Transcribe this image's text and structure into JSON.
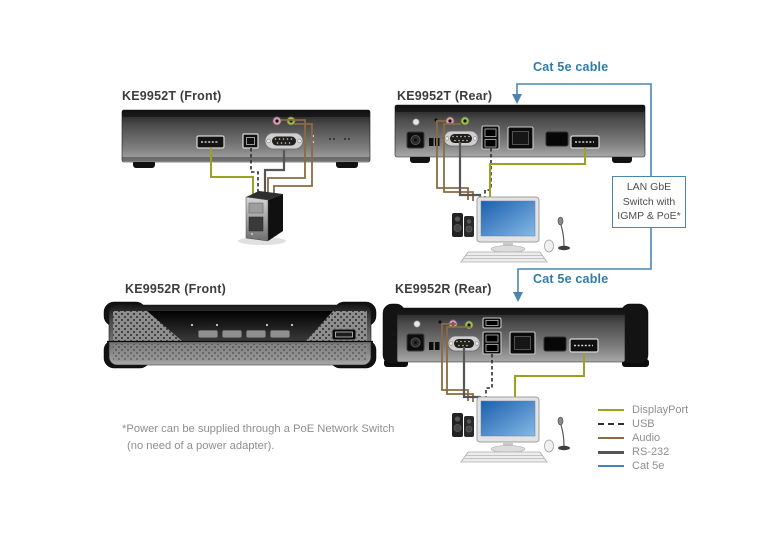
{
  "devices": {
    "t_front": {
      "title": "KE9952T (Front)"
    },
    "t_rear": {
      "title": "KE9952T (Rear)"
    },
    "r_front": {
      "title": "KE9952R (Front)"
    },
    "r_rear": {
      "title": "KE9952R (Rear)"
    }
  },
  "labels": {
    "cat5e_top": "Cat 5e cable",
    "cat5e_bottom": "Cat 5e cable"
  },
  "lan_box": {
    "line1": "LAN GbE",
    "line2": "Switch with",
    "line3": "IGMP & PoE*"
  },
  "legend": {
    "items": [
      {
        "label": "DisplayPort",
        "color": "#9aa21f",
        "style": "solid"
      },
      {
        "label": "USB",
        "color": "#2e2e2e",
        "style": "dashed"
      },
      {
        "label": "Audio",
        "color": "#8a6b42",
        "style": "solid"
      },
      {
        "label": "RS-232",
        "color": "#55565a",
        "style": "solid-thick"
      },
      {
        "label": "Cat 5e",
        "color": "#4a85b0",
        "style": "solid"
      }
    ]
  },
  "footnote": {
    "line1": "*Power can be supplied through a PoE Network Switch",
    "line2": "(no need of a power adapter)."
  },
  "colors": {
    "cat5e_blue": "#4a85b0",
    "label_blue": "#2f7cab",
    "title_gray": "#3d3d3d",
    "note_gray": "#8f8f8f"
  }
}
